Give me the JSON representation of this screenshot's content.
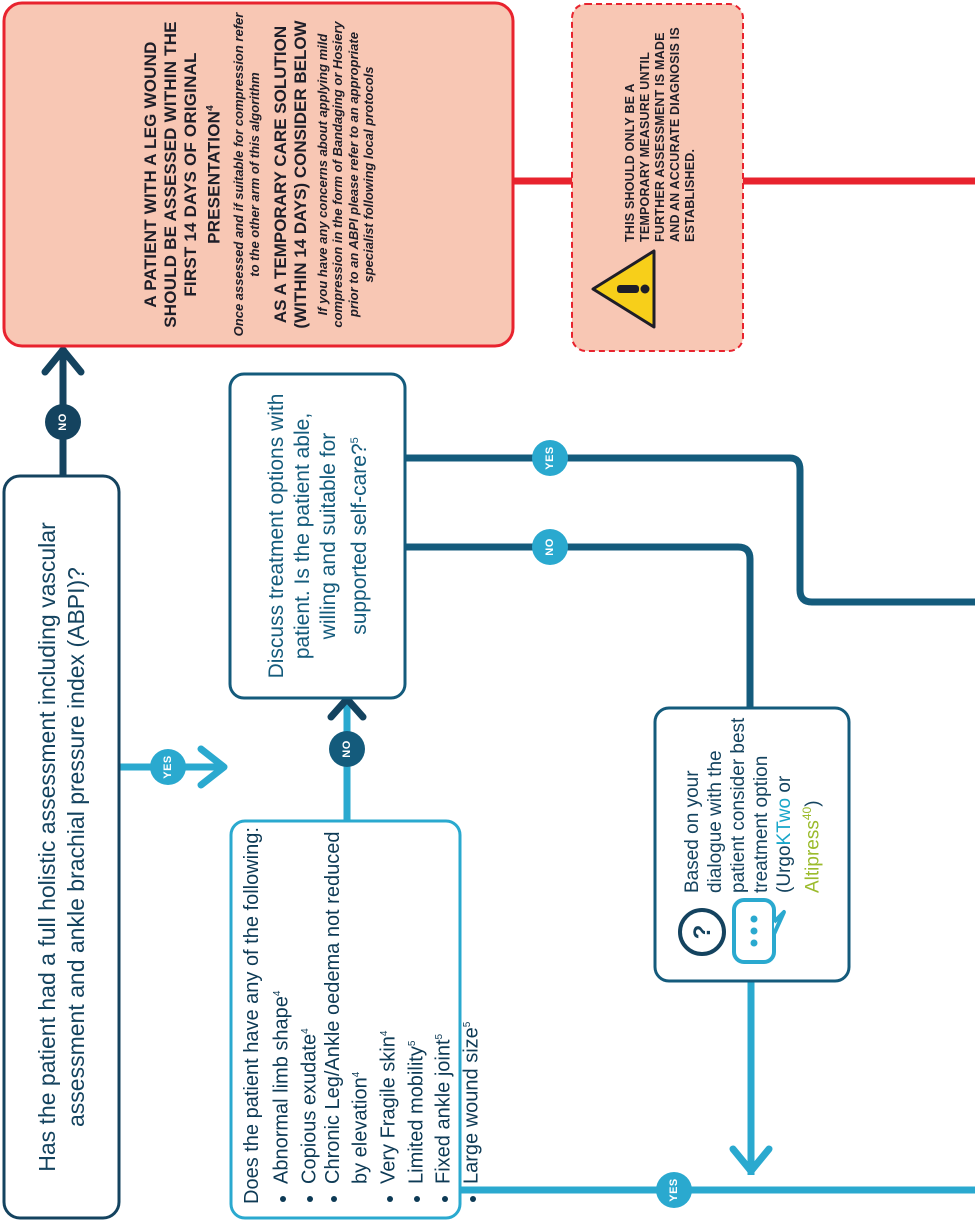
{
  "main_question": "Has the patient had a full holistic assessment including vascular assessment and ankle brachial pressure index (ABPI)?",
  "assessment_box": {
    "heading": "A PATIENT WITH A LEG WOUND SHOULD BE ASSESSED WITHIN THE FIRST 14 DAYS OF ORIGINAL PRESENTATION",
    "heading_ref": "4",
    "note": "Once assessed and if suitable for compression refer to the other arm of this algorithm",
    "temp_heading": "AS A TEMPORARY CARE SOLUTION (WITHIN 14 DAYS) CONSIDER BELOW",
    "temp_note": "If you have any concerns about applying mild compression in the form of Bandaging or Hosiery prior to an ABPI please refer to an appropriate specialist following local protocols"
  },
  "warning": {
    "text": "THIS SHOULD ONLY BE A TEMPORARY MEASURE UNTIL FURTHER ASSESSMENT IS MADE AND AN ACCURATE DIAGNOSIS IS ESTABLISHED."
  },
  "discuss_question": {
    "text": "Discuss treatment options with patient. Is the patient able, willing and suitable for supported self-care?",
    "ref": "5"
  },
  "risk_question": {
    "intro": "Does the patient have any of the following:",
    "items": [
      {
        "text": "Abnormal limb shape",
        "ref": "4"
      },
      {
        "text": "Copious exudate",
        "ref": "4"
      },
      {
        "text": "Chronic Leg/Ankle oedema not reduced by elevation",
        "ref": "4"
      },
      {
        "text": "Very Fragile skin",
        "ref": "4"
      },
      {
        "text": "Limited mobility",
        "ref": "5"
      },
      {
        "text": "Fixed ankle joint",
        "ref": "5"
      },
      {
        "text": "Large wound size",
        "ref": "5"
      }
    ]
  },
  "dialogue_box": {
    "text": "Based on your dialogue with the patient consider best treatment option",
    "open_paren": "(",
    "brand1_part1": "Urgo",
    "brand1_part2": "KTwo",
    "or_word": "or ",
    "brand2": "Altipress",
    "brand2_suffix": "40",
    "close_paren": ")"
  },
  "badges": {
    "no": "NO",
    "yes": "YES"
  },
  "colors": {
    "dark_navy": "#14435f",
    "mid_blue": "#145b7c",
    "teal": "#2aa9cf",
    "red": "#e8232e",
    "salmon_fill": "#f8c7b4",
    "warning_yellow": "#f7cf1a"
  },
  "icons": [
    "warning-triangle-icon",
    "question-chat-icon"
  ]
}
